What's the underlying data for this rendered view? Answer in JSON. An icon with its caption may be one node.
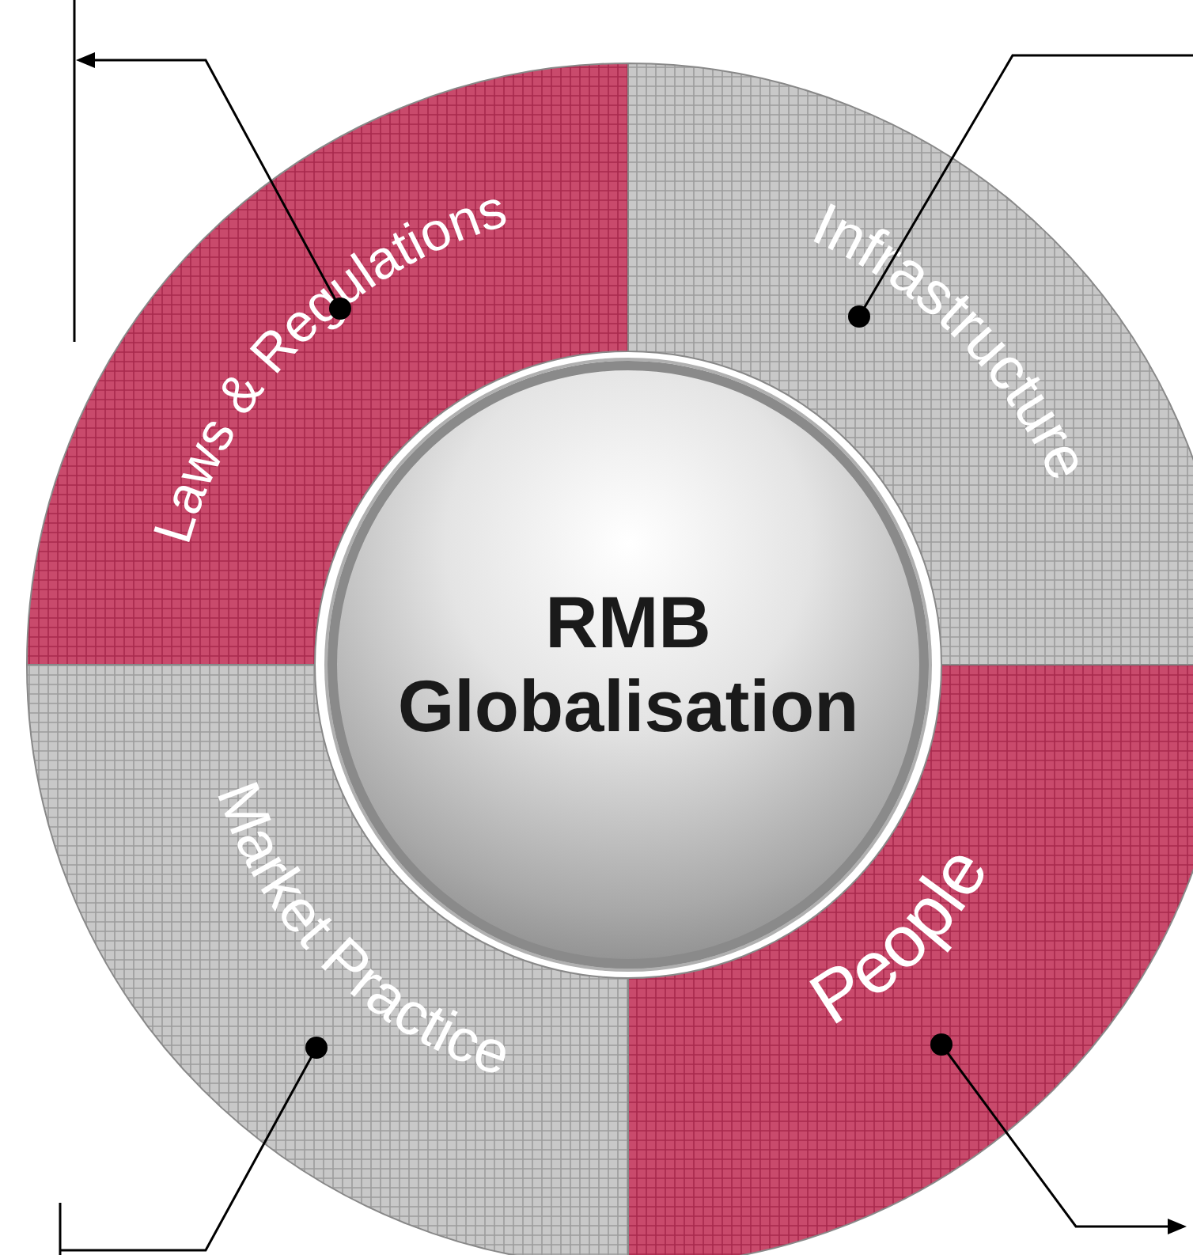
{
  "diagram": {
    "nodes": [
      {
        "text": [
          "RMB Globalisation"
        ]
      },
      {
        "text": [
          "Laws & Regulations"
        ]
      },
      {
        "text": [
          "Infrastructure"
        ]
      },
      {
        "text": [
          "Market Practice"
        ]
      },
      {
        "text": [
          "People"
        ]
      }
    ],
    "edges": [
      {
        "from": 1,
        "to": null,
        "arrow": "to"
      },
      {
        "from": 2,
        "to": null,
        "arrow": "other"
      },
      {
        "from": 3,
        "to": null,
        "arrow": "other"
      },
      {
        "from": 4,
        "to": null,
        "arrow": "to"
      }
    ]
  }
}
